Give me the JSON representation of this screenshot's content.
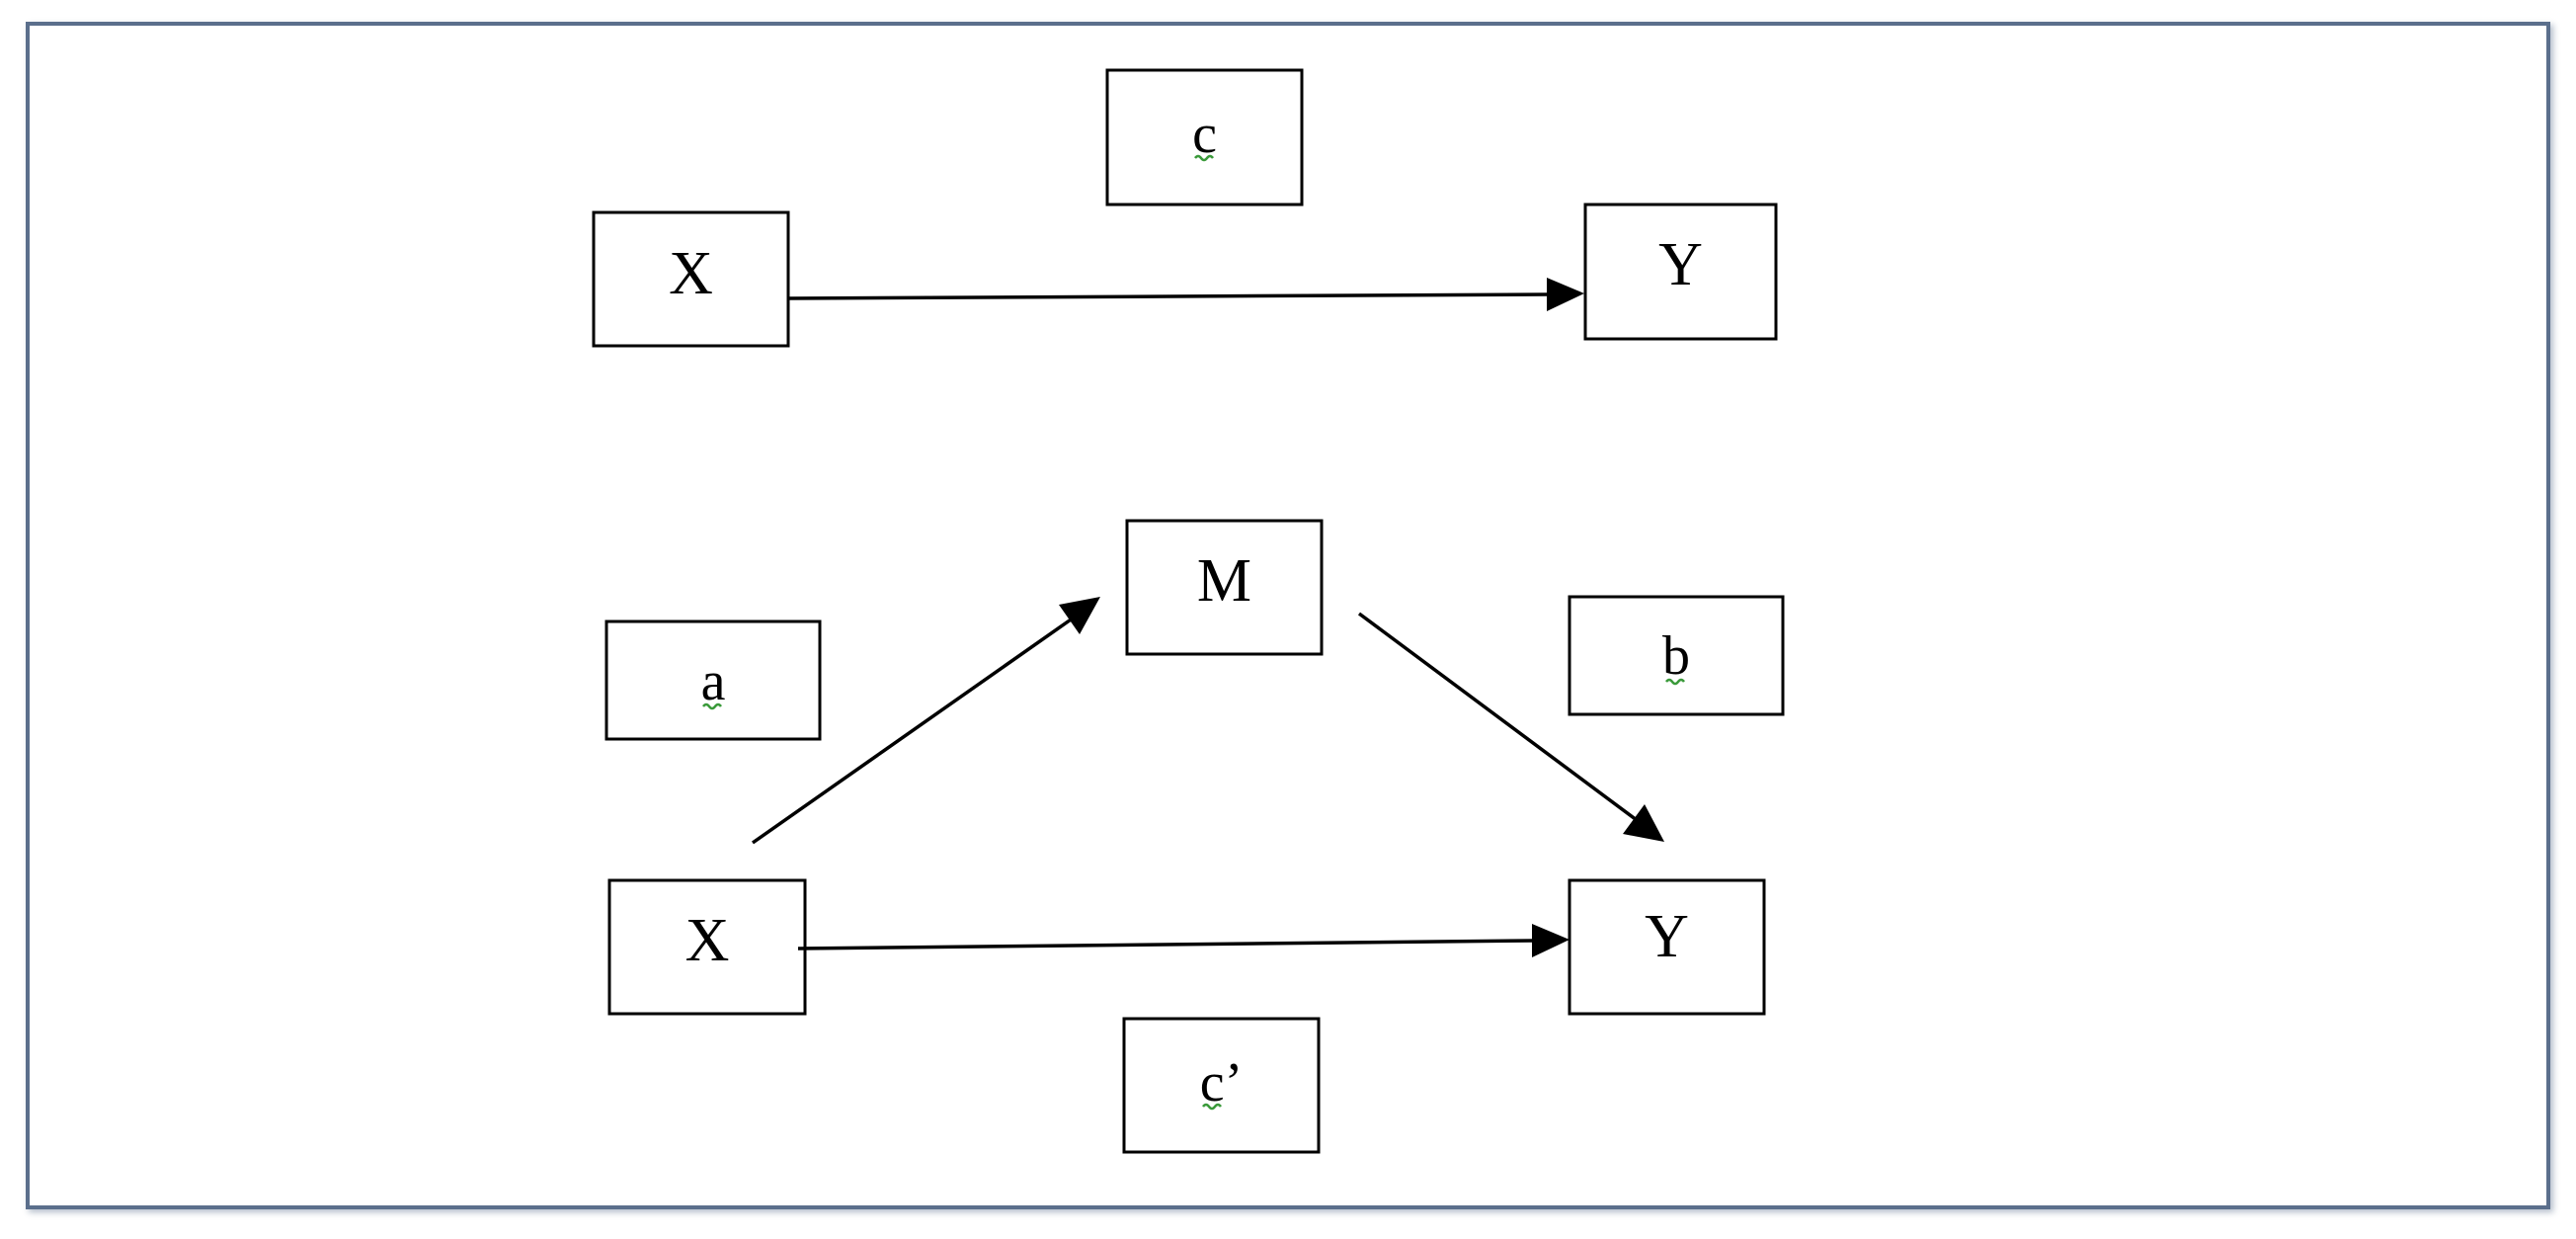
{
  "diagram": {
    "total_effect": {
      "x_label": "X",
      "y_label": "Y",
      "path_label": "c"
    },
    "mediation": {
      "x_label": "X",
      "m_label": "M",
      "y_label": "Y",
      "a_label": "a",
      "b_label": "b",
      "direct_label": "c’"
    }
  }
}
